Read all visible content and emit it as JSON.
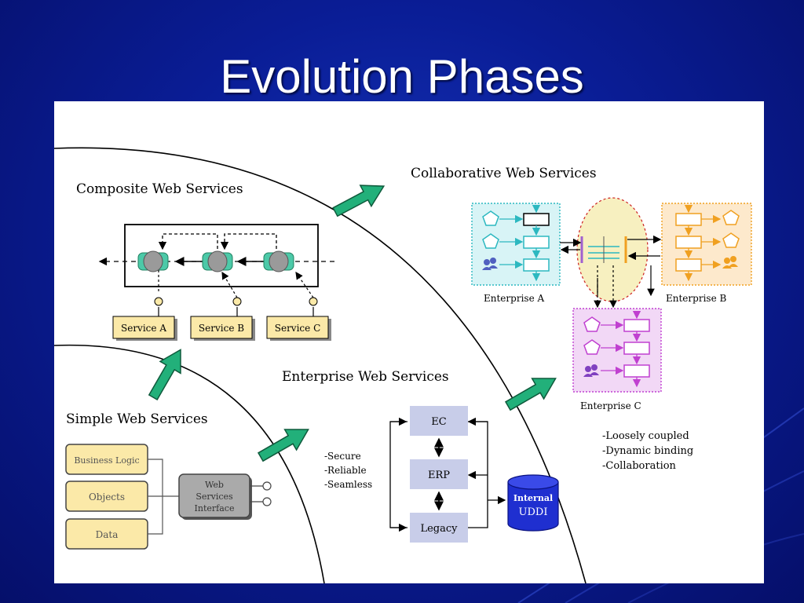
{
  "slide": {
    "title": "Evolution Phases"
  },
  "diagram": {
    "composite": {
      "heading": "Composite Web Services",
      "services": [
        "Service A",
        "Service B",
        "Service C"
      ]
    },
    "collaborative": {
      "heading": "Collaborative Web Services",
      "enterprises": [
        "Enterprise A",
        "Enterprise B",
        "Enterprise C"
      ],
      "features": [
        "-Loosely coupled",
        "-Dynamic binding",
        "-Collaboration"
      ]
    },
    "enterprise": {
      "heading": "Enterprise Web Services",
      "layers": [
        "EC",
        "ERP",
        "Legacy"
      ],
      "features": [
        "-Secure",
        "-Reliable",
        "-Seamless"
      ],
      "registry": [
        "Internal",
        "UDDI"
      ]
    },
    "simple": {
      "heading": "Simple Web Services",
      "components": [
        "Business Logic",
        "Objects",
        "Data"
      ],
      "interface": [
        "Web",
        "Services",
        "Interface"
      ]
    }
  },
  "colors": {
    "background": "#0a1d96",
    "panel": "#ffffff",
    "evolution_arrow": "#22b07a",
    "service_box": "#fbe9a8",
    "layer_box": "#c8cde9",
    "uddi_cylinder": "#1f2fd0",
    "enterprise_a": "#2cb8c0",
    "enterprise_b": "#f0a020",
    "enterprise_c": "#c040d0",
    "collab_hub": "#f7f0c0"
  }
}
